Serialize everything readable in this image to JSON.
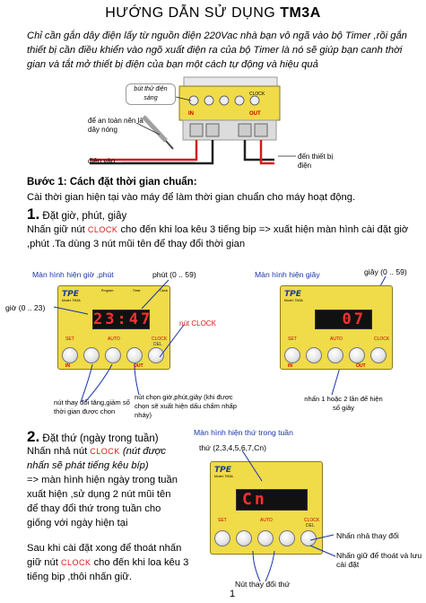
{
  "title": {
    "prefix": "HƯỚNG DẪN SỬ DỤNG ",
    "model": "TM3A"
  },
  "intro": "Chỉ cần gắn dây điện lấy từ nguồn điện 220Vac nhà bạn vô ngã vào bộ Timer ,rồi gắn thiết bị cần điều khiển vào ngõ xuất điện ra của bộ Timer là nó sẽ giúp bạn canh thời gian và tắt mở thiết bị điện của bạn một cách tự động và hiệu quả",
  "wiring": {
    "light_label": "bút thử điện sáng",
    "safety_label": "để an toàn nên là dây nóng",
    "input_label": "điện vào",
    "output_label": "đến thiết bị điện",
    "in": "IN",
    "out": "OUT",
    "clock": "CLOCK"
  },
  "step1": {
    "heading": "Bước 1: Cách đặt thời gian chuẩn:",
    "desc": "Cài thời gian hiện tại vào máy để làm thời gian chuẩn cho máy hoạt động.",
    "num": "1.",
    "sub": "Đặt giờ, phút, giây",
    "text_a": "Nhấn giữ nút ",
    "clock": "CLOCK",
    "text_b": " cho đến khi loa kêu 3 tiếng bip => xuất hiện màn hình cài đặt giờ ,phút .Ta dùng 3 nút mũi tên để thay đổi thời gian"
  },
  "screen1": {
    "title": "Màn hình hiện giờ ,phút",
    "minute_label": "phút (0 .. 59)",
    "hour_label": "giờ (0 .. 23)",
    "clock_btn_label": "nút CLOCK",
    "display": "23:47",
    "arrows_label": "nút thay đổi tăng,giảm số thời gian được chọn",
    "select_label": "nút chọn giờ,phút,giây (khi được chọn sẽ xuất hiện dấu chấm nhấp nháy)"
  },
  "screen2": {
    "title": "Màn hình hiện giây",
    "second_label": "giây (0 .. 59)",
    "display": "07",
    "hint": "nhấn 1 hoặc 2 lần để hiện số giây"
  },
  "step2": {
    "num": "2.",
    "sub": "Đặt thứ (ngày trong tuần)",
    "line1": "Nhấn nhả nút ",
    "clock": "CLOCK",
    "line1b": " (nút được nhấn sẽ phát tiếng kêu bíp)",
    "line2": "=> màn hình hiện ngày trong tuần xuất hiện ,sử dụng 2 nút mũi tên để thay đổi thứ trong tuần cho giống với ngày hiện tại",
    "line3a": "Sau khi cài đặt xong để thoát nhấn giữ nút ",
    "line3b": " cho đến khi loa kêu 3 tiếng bip ,thôi nhấn giữ."
  },
  "screen3": {
    "title": "Màn hình hiện thứ trong tuần",
    "day_label": "thứ (2,3,4,5,6,7,Cn)",
    "display": "Cn",
    "press_release": "Nhấn nhả thay đổi",
    "hold_save": "Nhấn giữ để thoát và lưu cài đặt",
    "change_day": "Nút thay đổi thứ"
  },
  "device_text": {
    "logo": "TPE",
    "model": "Model: TM3A",
    "program": "Program",
    "timer": "Timer",
    "clock": "Clock",
    "on": "ON",
    "off": "Off",
    "set": "SET",
    "auto": "AUTO",
    "clk": "CLOCK",
    "del": "DEL",
    "in": "IN",
    "out": "OUT"
  },
  "page_number": "1"
}
